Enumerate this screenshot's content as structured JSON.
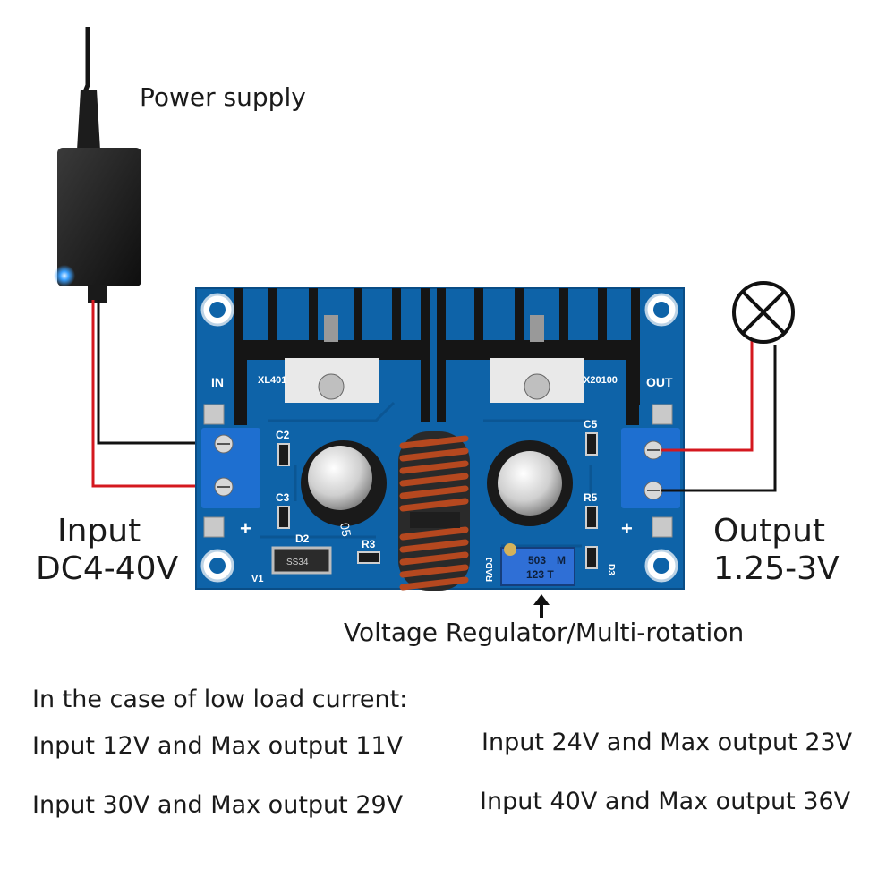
{
  "labels": {
    "power_supply": "Power supply",
    "input_title": "Input",
    "input_range": "DC4-40V",
    "output_title": "Output",
    "output_range": "1.25-3V",
    "regulator": "Voltage Regulator/Multi-rotation"
  },
  "board": {
    "in_label": "IN",
    "out_label": "OUT",
    "chip1": "XL401",
    "chip2": "X20100",
    "cap_mark": "05",
    "pot_line1": "503",
    "pot_line2": "123 T",
    "pot_letter": "M",
    "radj": "RADJ",
    "diode": "SS34",
    "refs": {
      "c2": "C2",
      "c3": "C3",
      "c5": "C5",
      "r3": "R3",
      "r5": "R5",
      "d2": "D2",
      "v1": "V1",
      "d3": "D3",
      "plus_in": "+",
      "plus_out": "+"
    }
  },
  "specs": {
    "heading": "In the case of low load current:",
    "rows": [
      "Input 12V and Max output 11V",
      "Input 24V and Max output 23V",
      "Input 30V and Max output 29V",
      "Input 40V and Max output 36V"
    ]
  },
  "colors": {
    "pcb": "#0e63a8",
    "wire_red": "#d4181f",
    "wire_black": "#111111",
    "coil": "#b5481f",
    "heatsink": "#151515"
  },
  "icons": {
    "lamp": "lamp-x-icon",
    "arrow": "arrow-up-icon"
  }
}
